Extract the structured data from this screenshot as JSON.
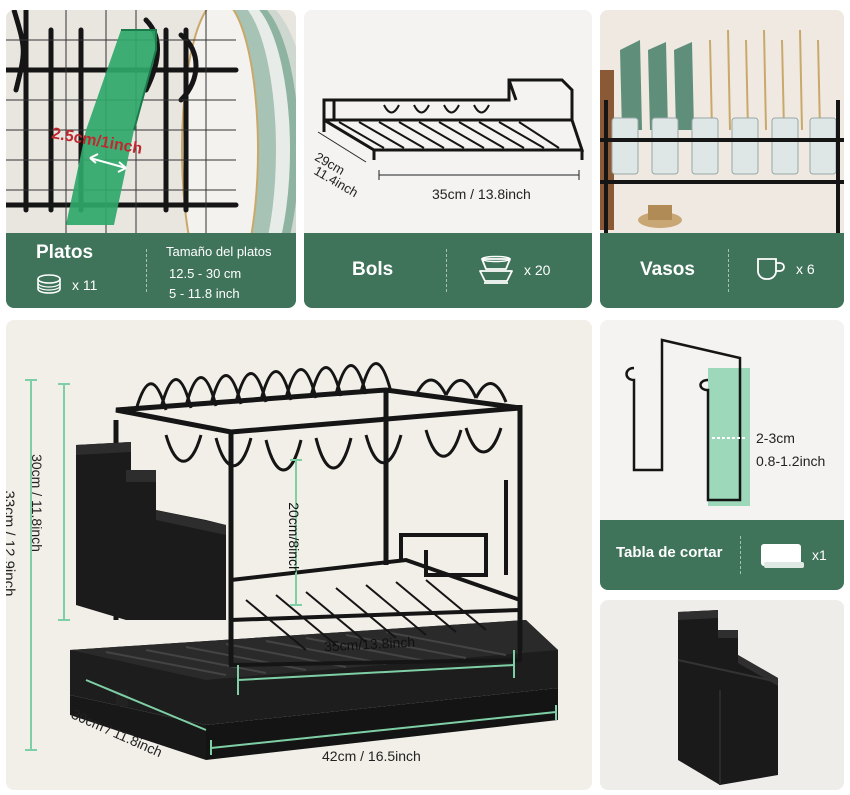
{
  "panels": {
    "plates": {
      "slot_label": "2.5cm/1inch",
      "title": "Platos",
      "count": "x 11",
      "size_title": "Tamaño del platos",
      "size_cm": "12.5 - 30 cm",
      "size_inch": "5 - 11.8 inch",
      "icon": "plates-stack-icon"
    },
    "bowls": {
      "depth_label_cm": "29cm",
      "depth_label_inch": "11.4inch",
      "width_label": "35cm / 13.8inch",
      "title": "Bols",
      "count": "x 20",
      "icon": "bowls-stack-icon"
    },
    "glasses": {
      "title": "Vasos",
      "count": "x 6",
      "icon": "cup-icon"
    },
    "main_rack": {
      "height_total": "33cm / 12.9inch",
      "height_rack": "30cm / 11.8inch",
      "height_tier": "20cm/8inch",
      "width_inner": "35cm/13.8inch",
      "depth": "30cm / 11.8inch",
      "width_total": "42cm / 16.5inch"
    },
    "hook": {
      "size_cm": "2-3cm",
      "size_inch": "0.8-1.2inch"
    },
    "cutting_board": {
      "title": "Tabla de cortar",
      "count": "x1",
      "icon": "cutting-board-icon"
    },
    "utensil_holder": {}
  },
  "colors": {
    "accent_green": "#3f735a",
    "highlight_green": "#2fa86a",
    "dimension_red": "#c0282f",
    "dimension_teal": "#7fcfa6",
    "rack_black": "#1a1a1a"
  }
}
